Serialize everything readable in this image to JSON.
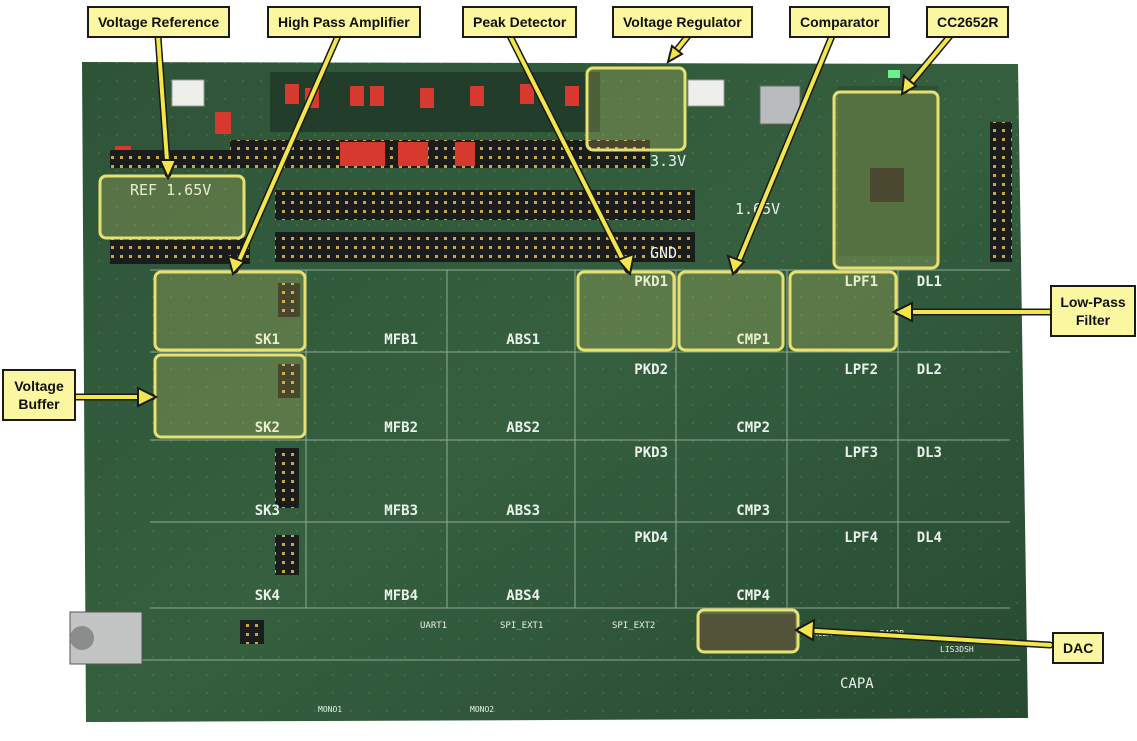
{
  "labels": {
    "voltage_reference": "Voltage Reference",
    "high_pass_amplifier": "High Pass Amplifier",
    "peak_detector": "Peak Detector",
    "voltage_regulator": "Voltage Regulator",
    "comparator": "Comparator",
    "cc2652r": "CC2652R",
    "low_pass_filter_line1": "Low-Pass",
    "low_pass_filter_line2": "Filter",
    "voltage_buffer_line1": "Voltage",
    "voltage_buffer_line2": "Buffer",
    "dac": "DAC"
  },
  "silkscreen": {
    "ref": "REF 1.65V",
    "rail_3v3": "3.3V",
    "rail_165": "1.65V",
    "gnd": "GND",
    "columns": [
      [
        "SK1",
        "SK2",
        "SK3",
        "SK4"
      ],
      [
        "MFB1",
        "MFB2",
        "MFB3",
        "MFB4"
      ],
      [
        "ABS1",
        "ABS2",
        "ABS3",
        "ABS4"
      ],
      [
        "PKD1",
        "PKD2",
        "PKD3",
        "PKD4"
      ],
      [
        "CMP1",
        "CMP2",
        "CMP3",
        "CMP4"
      ],
      [
        "LPF1",
        "LPF2",
        "LPF3",
        "LPF4"
      ],
      [
        "DL1",
        "DL2",
        "DL3",
        "DL4"
      ]
    ],
    "uart": "UART1",
    "spi1": "SPI_EXT1",
    "spi2": "SPI_EXT2",
    "capa": "CAPA",
    "mono1": "MONO1",
    "mono2": "MONO2",
    "dac2a": "DAC2A",
    "dac2b": "DAC2B",
    "lis": "LIS3DSH"
  },
  "colors": {
    "board": "#2f5a3a",
    "label_fill": "#fbf6a0",
    "highlight": "#e8e070",
    "arrow": "#f3e64c"
  }
}
